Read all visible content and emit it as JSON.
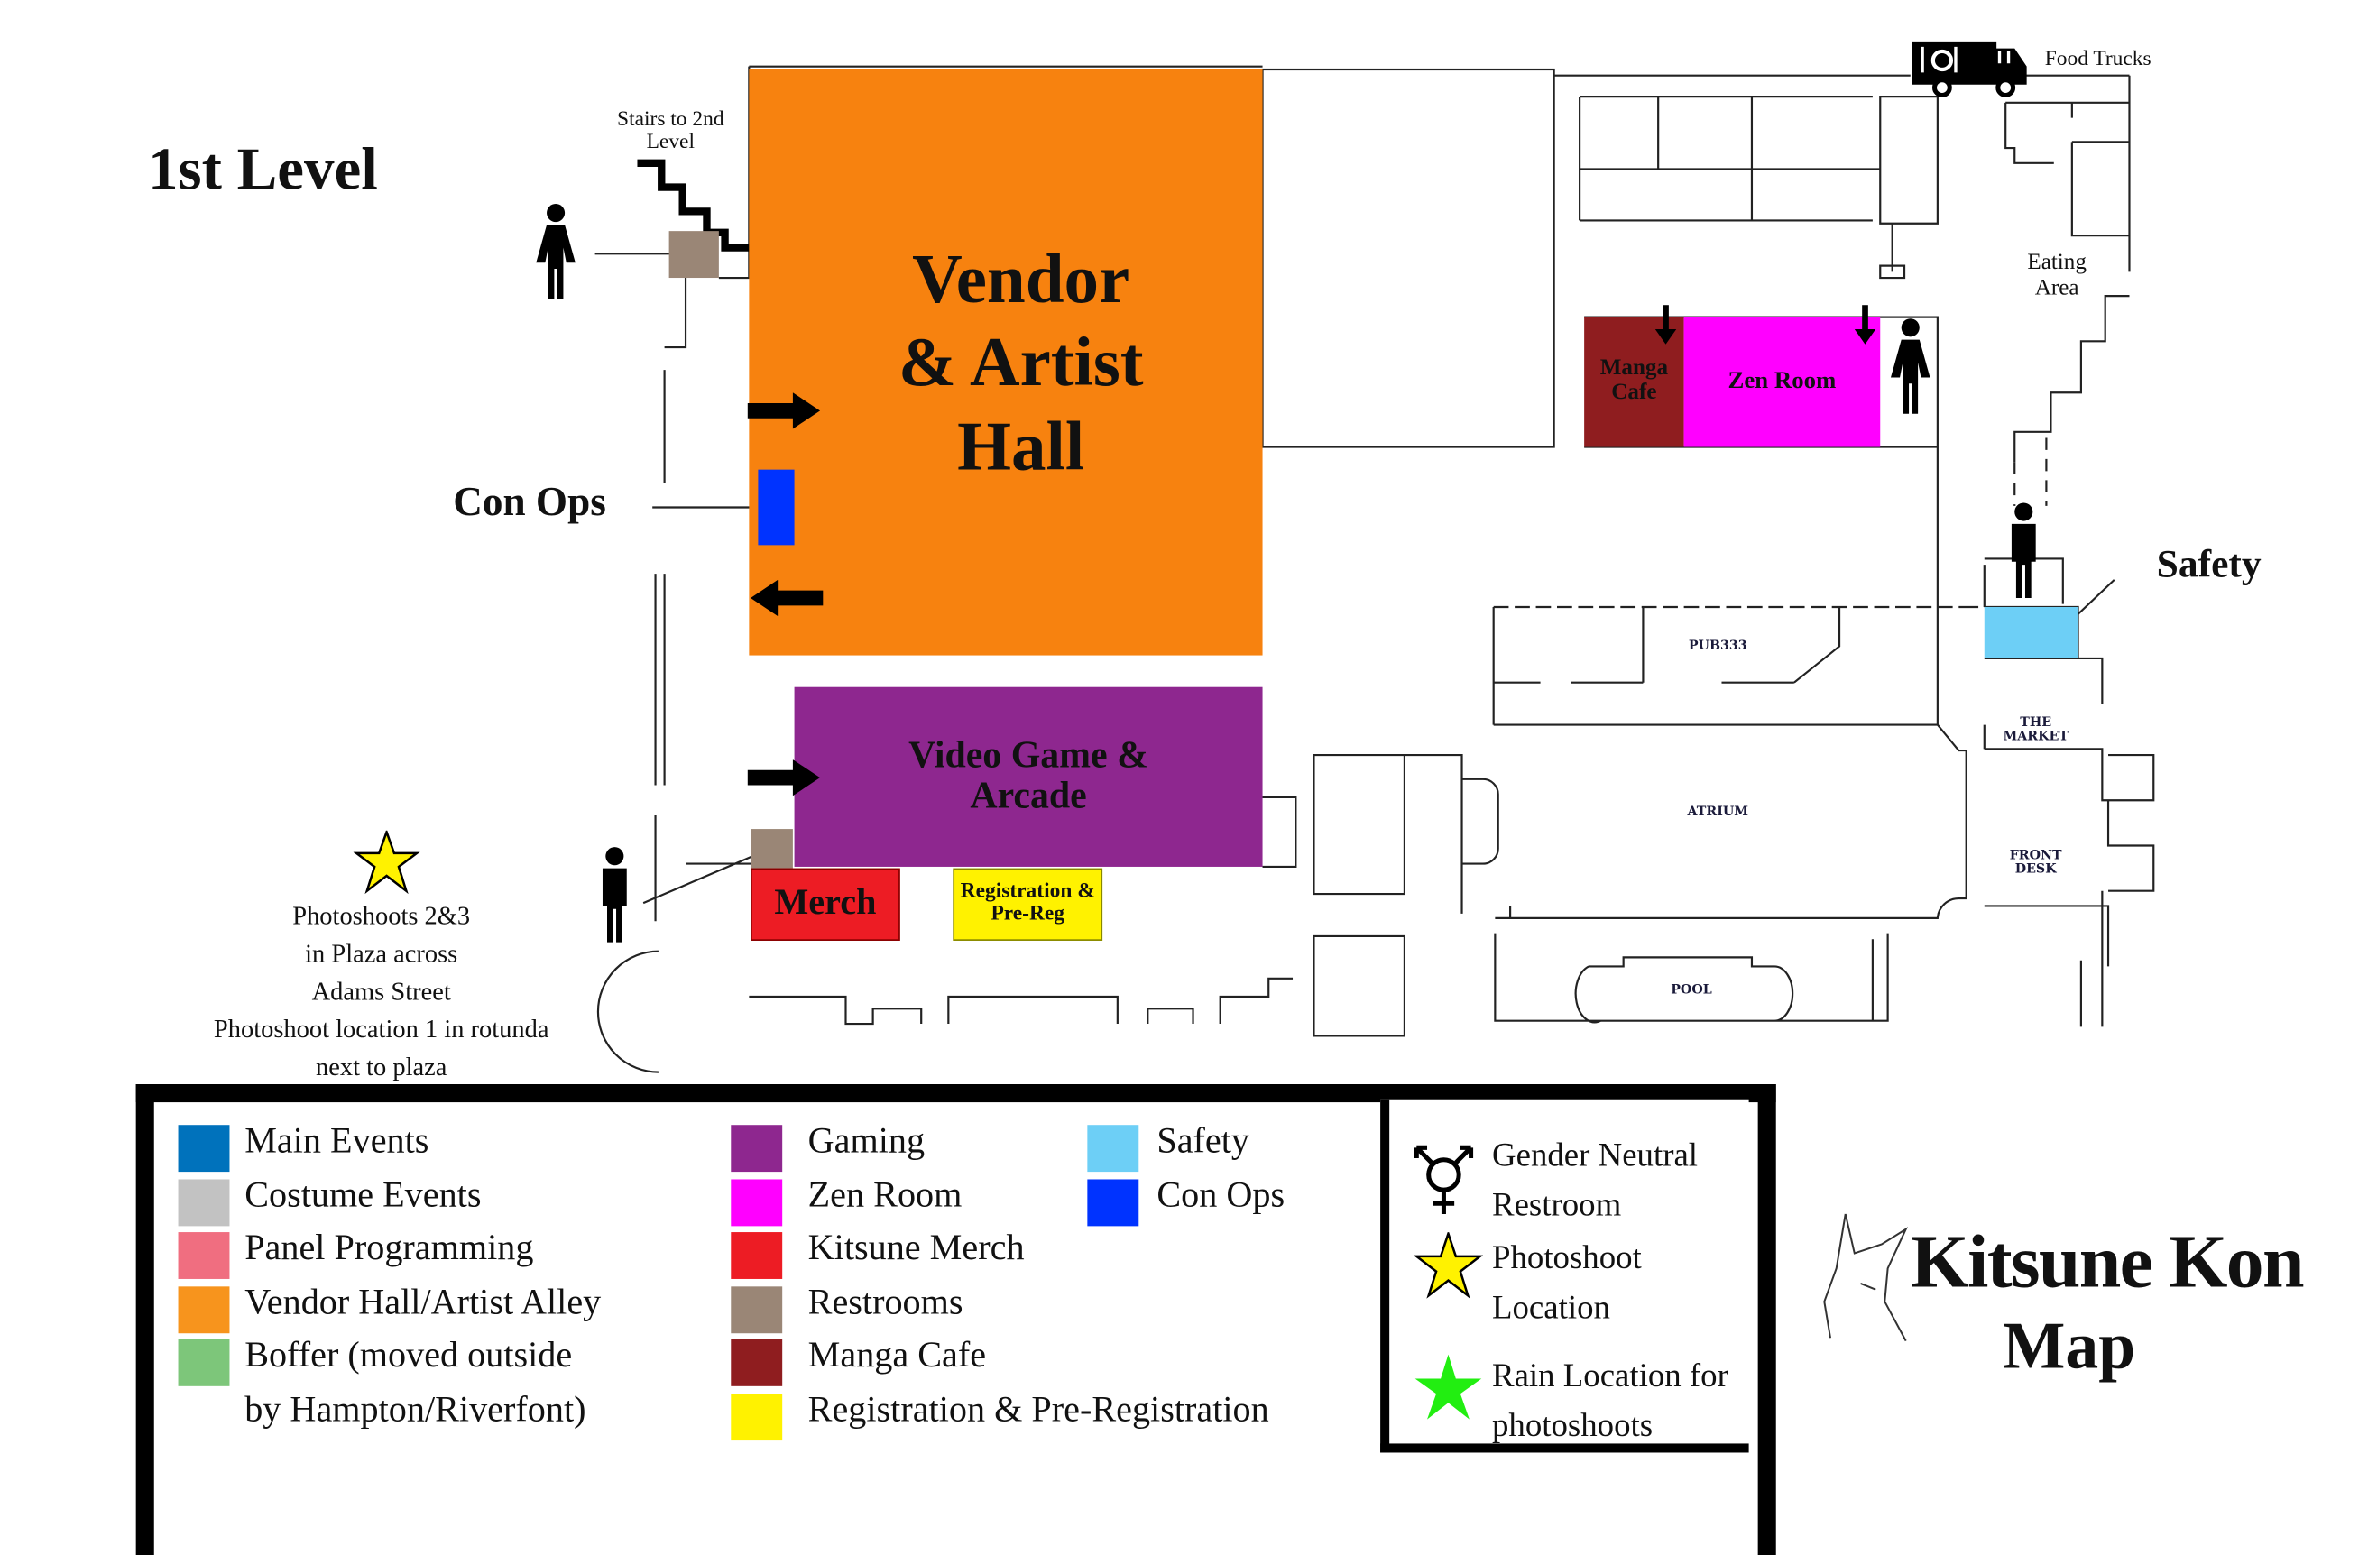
{
  "title": "1st Level",
  "labels": {
    "stairs": "Stairs to 2nd Level",
    "con_ops": "Con Ops",
    "safety": "Safety",
    "food_trucks": "Food Trucks",
    "eating_area": "Eating Area",
    "photoshoot_note": [
      "Photoshoots 2&3",
      "in Plaza across",
      "Adams Street",
      "Photoshoot location 1 in rotunda",
      "next to plaza"
    ]
  },
  "rooms": {
    "vendor_hall": "Vendor & Artist Hall",
    "video_game": "Video Game & Arcade",
    "merch": "Merch",
    "registration": "Registration & Pre-Reg",
    "manga_cafe": "Manga Cafe",
    "zen_room": "Zen Room",
    "pub": "PUB333",
    "atrium": "ATRIUM",
    "market": "THE MARKET",
    "front_desk": "FRONT DESK",
    "pool": "POOL"
  },
  "colors": {
    "vendor": "#f7820f",
    "gaming": "#8e278f",
    "merch": "#ed1c24",
    "registration": "#fff200",
    "manga": "#8f1d1f",
    "zen": "#ff00ff",
    "safety": "#6dcff6",
    "con_ops": "#0033ff",
    "restroom": "#9a8676"
  },
  "legend": {
    "items": [
      {
        "label": "Main Events",
        "color": "#0072bc"
      },
      {
        "label": "Costume Events",
        "color": "#c2c2c2"
      },
      {
        "label": "Panel Programming",
        "color": "#f06e80"
      },
      {
        "label": "Vendor Hall/Artist Alley",
        "color": "#f7941d"
      },
      {
        "label": "Boffer (moved outside",
        "color": "#7dc67a"
      },
      {
        "label": "by Hampton/Riverfont)",
        "color": ""
      },
      {
        "label": "Gaming",
        "color": "#8e278f"
      },
      {
        "label": "Zen Room",
        "color": "#ff00ff"
      },
      {
        "label": "Kitsune Merch",
        "color": "#ed1c24"
      },
      {
        "label": "Restrooms",
        "color": "#9a8676"
      },
      {
        "label": "Manga Cafe",
        "color": "#8f1d1f"
      },
      {
        "label": "Registration & Pre-Registration",
        "color": "#fff200"
      },
      {
        "label": "Safety",
        "color": "#6dcff6"
      },
      {
        "label": "Con Ops",
        "color": "#0033ff"
      }
    ],
    "symbols": {
      "gender_neutral": "Gender Neutral Restroom",
      "photoshoot": "Photoshoot Location",
      "rain": "Rain Location for photoshoots"
    }
  },
  "logo": {
    "name": "Kitsune Kon",
    "sub": "Map"
  }
}
